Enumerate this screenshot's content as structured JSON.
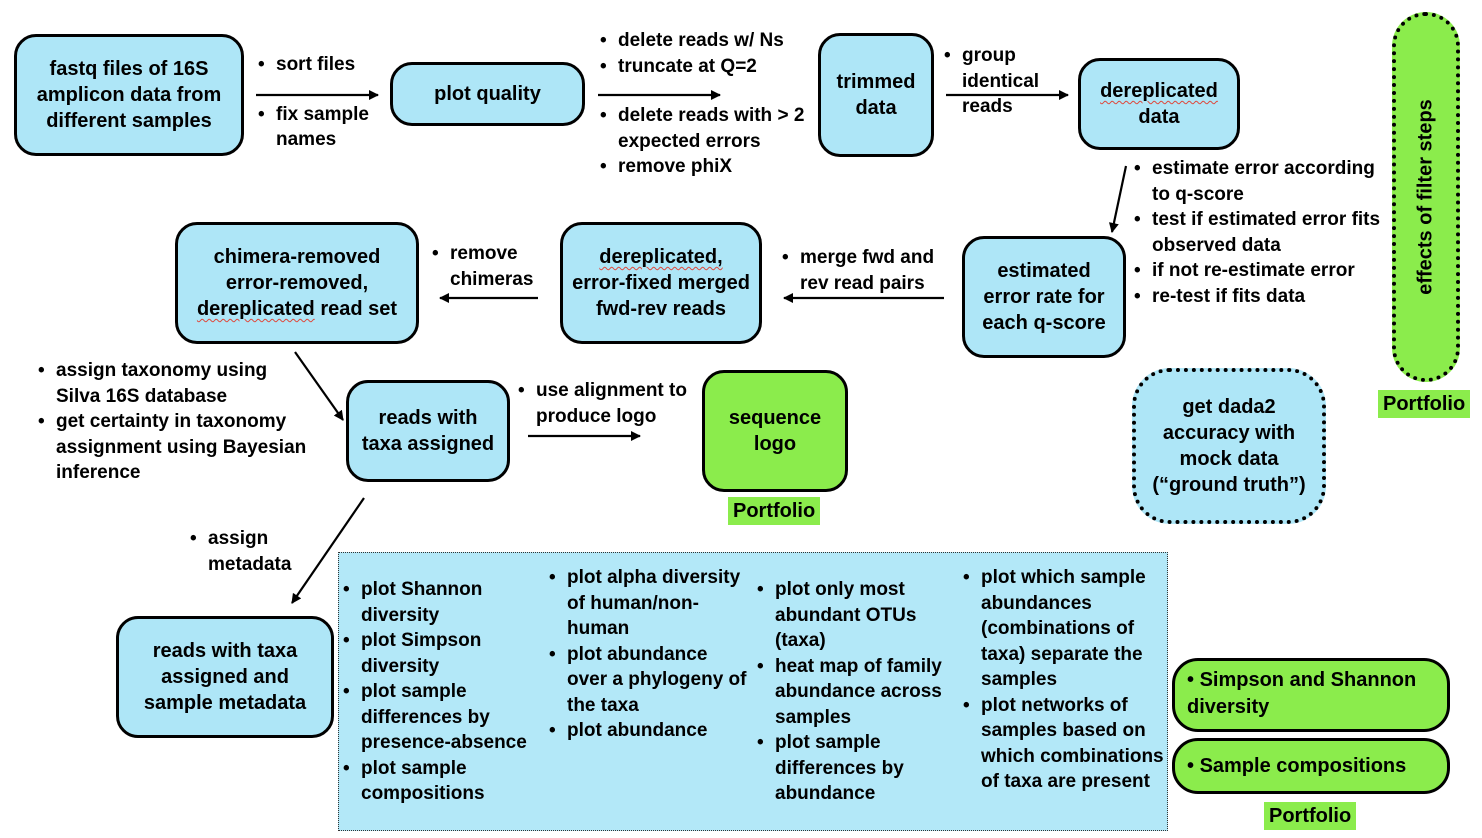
{
  "nodes": {
    "fastq": "fastq files of 16S amplicon data from different samples",
    "plot_quality": "plot quality",
    "trimmed": "trimmed data",
    "dereplicated": [
      "dereplicated",
      "data"
    ],
    "error_rate": "estimated error rate for each q-score",
    "merged": [
      "dereplicated,",
      "error-fixed merged fwd-rev reads"
    ],
    "chimera": [
      "chimera-removed error-removed,",
      "dereplicated",
      "read set"
    ],
    "taxa": "reads with taxa assigned",
    "seqlogo": "sequence logo",
    "metadata": "reads with taxa assigned and sample metadata",
    "mock": "get dada2 accuracy with mock data (“ground truth”)",
    "filter_effects": "effects of filter steps"
  },
  "notes": {
    "sort": [
      "sort files",
      "fix sample names"
    ],
    "trim": [
      "delete reads w/ Ns",
      "truncate at Q=2",
      "delete reads with > 2 expected errors",
      "remove phiX"
    ],
    "group": [
      "group identical reads"
    ],
    "error": [
      "estimate error according to q-score",
      "test if estimated error fits observed data",
      "if not re-estimate error",
      "re-test if fits data"
    ],
    "merge": [
      "merge fwd and rev read pairs"
    ],
    "chimeras": [
      "remove chimeras"
    ],
    "taxonomy": [
      "assign taxonomy using Silva 16S database",
      "get certainty in taxonomy assignment using Bayesian inference"
    ],
    "alignment": [
      "use alignment to produce logo"
    ],
    "assign_meta": [
      "assign metadata"
    ]
  },
  "panel": {
    "col1": [
      "plot Shannon diversity",
      "plot Simpson diversity",
      "plot sample differences by presence-absence",
      "plot sample compositions"
    ],
    "col2": [
      "plot alpha diversity of human/non-human",
      "plot abundance over a phylogeny of the taxa",
      "plot abundance"
    ],
    "col3": [
      "plot only most abundant OTUs (taxa)",
      "heat map of family abundance across samples",
      "plot sample differences by abundance"
    ],
    "col4": [
      "plot which sample abundances (combinations of taxa) separate the samples",
      "plot networks of samples based on which combinations of taxa are present"
    ]
  },
  "portfolio": {
    "label": "Portfolio",
    "simpson_shannon": "Simpson and Shannon diversity",
    "compositions": "Sample compositions"
  },
  "colors": {
    "node_blue": "#aee6f7",
    "portfolio_green": "#8bec4c",
    "panel_blue": "#b3e8f8"
  }
}
